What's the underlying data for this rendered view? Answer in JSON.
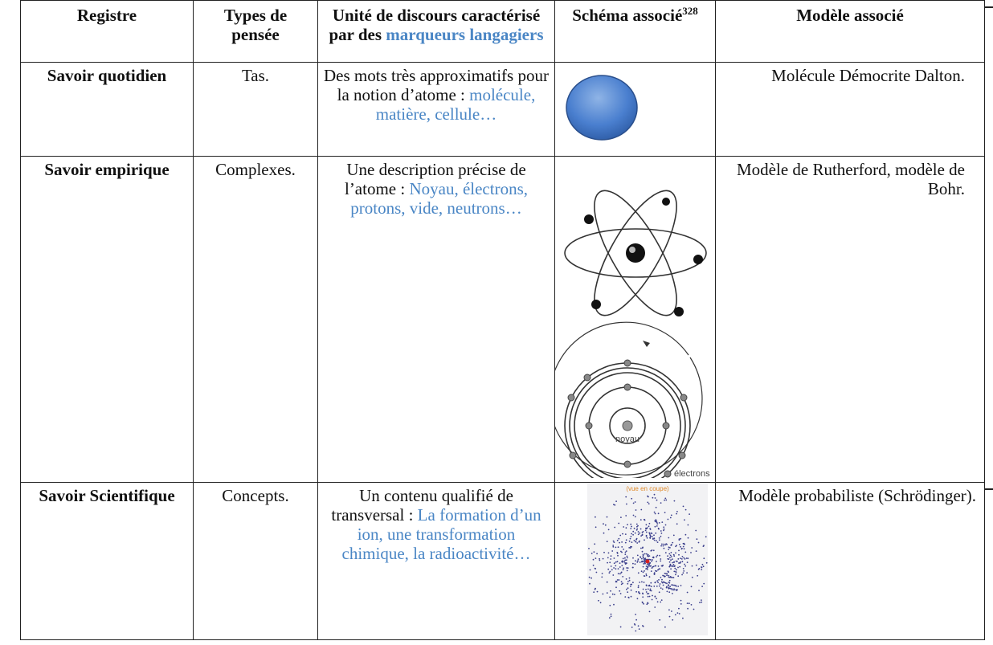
{
  "headers": {
    "col1": "Registre",
    "col2": "Types de pensée",
    "col3_part1": "Unité de discours caractérisé par des ",
    "col3_highlight": "marqueurs langagiers",
    "col4_text": "Schéma associé",
    "col4_sup": "328",
    "col5": "Modèle associé"
  },
  "rows": [
    {
      "registre": "Savoir quotidien",
      "pensee": "Tas.",
      "discours_black": "Des mots très approximatifs pour la notion d’atome : ",
      "discours_blue": "molécule, matière, cellule…",
      "schema_icon": "blue-ellipse",
      "modele": "Molécule Démocrite Dalton."
    },
    {
      "registre": "Savoir empirique",
      "pensee": "Complexes.",
      "discours_black": "Une description précise de l’atome : ",
      "discours_blue": "Noyau,  électrons, protons, vide, neutrons…",
      "schema_icon": "atom-orbits-and-bohr-model",
      "schema_labels": {
        "noyau": "noyau",
        "electrons": "électrons"
      },
      "modele": "Modèle de Rutherford, modèle de Bohr."
    },
    {
      "registre": "Savoir Scientifique",
      "pensee": "Concepts.",
      "discours_black": "Un contenu qualifié de transversal : ",
      "discours_blue": "La formation d’un ion, une transformation chimique, la radioactivité…",
      "schema_icon": "probability-cloud",
      "schema_caption": "(vue en coupe)",
      "modele": "Modèle probabiliste (Schrödinger)."
    }
  ],
  "colors": {
    "accent_blue": "#4a86c5",
    "ellipse_fill": "#3d72c2"
  }
}
